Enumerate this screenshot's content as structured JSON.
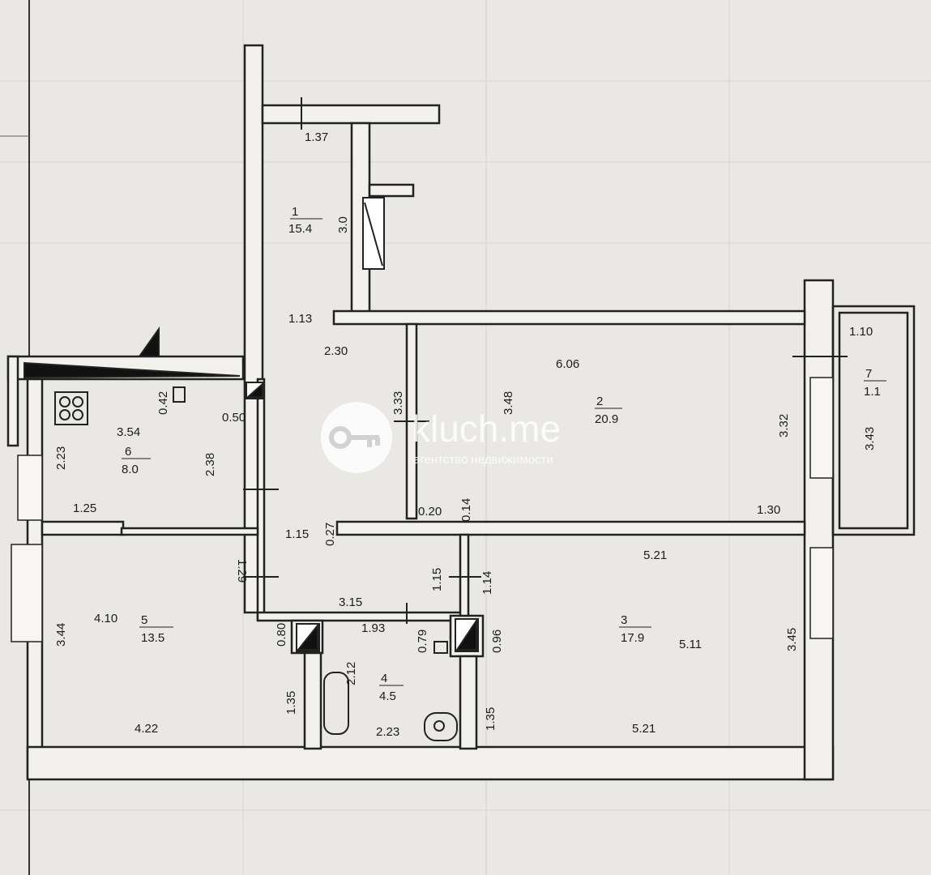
{
  "watermark": {
    "brand": "kluch.me",
    "tagline": "агентство недвижимости",
    "icon": "key-icon"
  },
  "rooms": [
    {
      "id": "1",
      "number": "1",
      "area": "15.4"
    },
    {
      "id": "2",
      "number": "2",
      "area": "20.9"
    },
    {
      "id": "3",
      "number": "3",
      "area": "17.9"
    },
    {
      "id": "4",
      "number": "4",
      "area": "4.5"
    },
    {
      "id": "5",
      "number": "5",
      "area": "13.5"
    },
    {
      "id": "6",
      "number": "6",
      "area": "8.0"
    },
    {
      "id": "7",
      "number": "7",
      "area": "1.1"
    }
  ],
  "dimensions": [
    "1.37",
    "3.0",
    "1.13",
    "2.30",
    "1.10",
    "6.06",
    "3.33",
    "3.48",
    "3.32",
    "3.43",
    "0.42",
    "0.50",
    "3.54",
    "2.23",
    "2.38",
    "1.25",
    "1.15",
    "0.27",
    "0.20",
    "0.14",
    "1.30",
    "5.21",
    "1.29",
    "1.15",
    "1.14",
    "3.15",
    "3.44",
    "4.10",
    "0.80",
    "1.93",
    "0.79",
    "0.96",
    "5.11",
    "3.45",
    "2.12",
    "1.35",
    "1.35",
    "4.22",
    "2.23",
    "5.21"
  ],
  "colors": {
    "wall": "#f2f1ee",
    "wall_outline": "#222222",
    "paper": "#e9e8e5",
    "watermark": "#ffffff"
  }
}
